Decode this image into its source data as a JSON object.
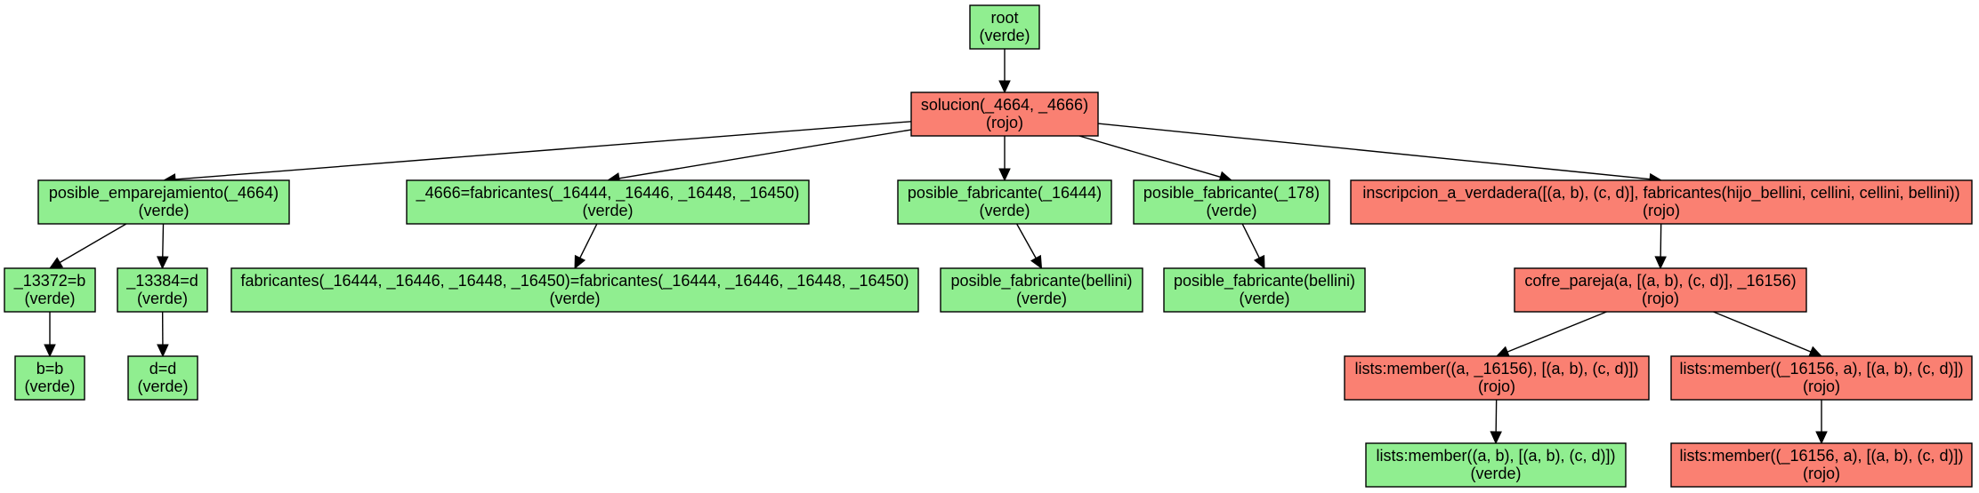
{
  "colors": {
    "verde": "#90EE90",
    "rojo": "#FA8072"
  },
  "nodes": [
    {
      "id": "root",
      "label": "root",
      "status": "(verde)"
    },
    {
      "id": "solucion",
      "label": "solucion(_4664, _4666)",
      "status": "(rojo)"
    },
    {
      "id": "posible_emparejamiento",
      "label": "posible_emparejamiento(_4664)",
      "status": "(verde)"
    },
    {
      "id": "fabricantes_eq",
      "label": "_4666=fabricantes(_16444, _16446, _16448, _16450)",
      "status": "(verde)"
    },
    {
      "id": "posible_fabricante_16444",
      "label": "posible_fabricante(_16444)",
      "status": "(verde)"
    },
    {
      "id": "posible_fabricante_178",
      "label": "posible_fabricante(_178)",
      "status": "(verde)"
    },
    {
      "id": "inscripcion",
      "label": "inscripcion_a_verdadera([(a, b), (c, d)], fabricantes(hijo_bellini, cellini, cellini, bellini))",
      "status": "(rojo)"
    },
    {
      "id": "eq_13372",
      "label": "_13372=b",
      "status": "(verde)"
    },
    {
      "id": "eq_13384",
      "label": "_13384=d",
      "status": "(verde)"
    },
    {
      "id": "fabricantes_unify",
      "label": "fabricantes(_16444, _16446, _16448, _16450)=fabricantes(_16444, _16446, _16448, _16450)",
      "status": "(verde)"
    },
    {
      "id": "pf_bellini_1",
      "label": "posible_fabricante(bellini)",
      "status": "(verde)"
    },
    {
      "id": "pf_bellini_2",
      "label": "posible_fabricante(bellini)",
      "status": "(verde)"
    },
    {
      "id": "cofre_pareja",
      "label": "cofre_pareja(a, [(a, b), (c, d)], _16156)",
      "status": "(rojo)"
    },
    {
      "id": "b_eq_b",
      "label": "b=b",
      "status": "(verde)"
    },
    {
      "id": "d_eq_d",
      "label": "d=d",
      "status": "(verde)"
    },
    {
      "id": "member_a",
      "label": "lists:member((a, _16156), [(a, b), (c, d)])",
      "status": "(rojo)"
    },
    {
      "id": "member_b",
      "label": "lists:member((_16156, a), [(a, b), (c, d)])",
      "status": "(rojo)"
    },
    {
      "id": "member_a_leaf",
      "label": "lists:member((a, b), [(a, b), (c, d)])",
      "status": "(verde)"
    },
    {
      "id": "member_b_leaf",
      "label": "lists:member((_16156, a), [(a, b), (c, d)])",
      "status": "(rojo)"
    }
  ],
  "edges": [
    [
      "root",
      "solucion"
    ],
    [
      "solucion",
      "posible_emparejamiento"
    ],
    [
      "solucion",
      "fabricantes_eq"
    ],
    [
      "solucion",
      "posible_fabricante_16444"
    ],
    [
      "solucion",
      "posible_fabricante_178"
    ],
    [
      "solucion",
      "inscripcion"
    ],
    [
      "posible_emparejamiento",
      "eq_13372"
    ],
    [
      "posible_emparejamiento",
      "eq_13384"
    ],
    [
      "fabricantes_eq",
      "fabricantes_unify"
    ],
    [
      "posible_fabricante_16444",
      "pf_bellini_1"
    ],
    [
      "posible_fabricante_178",
      "pf_bellini_2"
    ],
    [
      "inscripcion",
      "cofre_pareja"
    ],
    [
      "eq_13372",
      "b_eq_b"
    ],
    [
      "eq_13384",
      "d_eq_d"
    ],
    [
      "cofre_pareja",
      "member_a"
    ],
    [
      "cofre_pareja",
      "member_b"
    ],
    [
      "member_a",
      "member_a_leaf"
    ],
    [
      "member_b",
      "member_b_leaf"
    ]
  ]
}
